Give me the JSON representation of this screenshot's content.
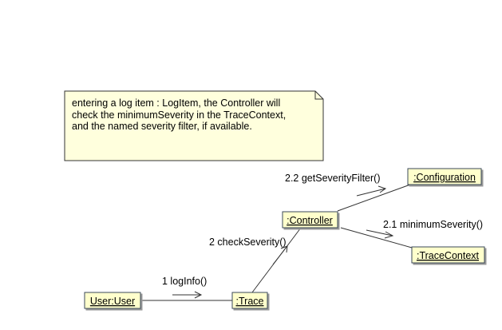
{
  "note": {
    "text": "entering a log item : LogItem, the  Controller will\ncheck the minimumSeverity in the TraceContext,\nand the named severity filter, if available."
  },
  "objects": {
    "user": "User:User",
    "trace": ":Trace",
    "controller": ":Controller",
    "configuration": ":Configuration",
    "trace_context": ":TraceContext"
  },
  "messages": {
    "log_info": "1 logInfo()",
    "check_severity": "2 checkSeverity()",
    "minimum_severity": "2.1 minimumSeverity()",
    "get_severity_filter": "2.2 getSeverityFilter()"
  },
  "colors": {
    "object_fill": "#ffffcc",
    "object_border": "#3a4a5a",
    "note_fill": "#ffffdd"
  }
}
